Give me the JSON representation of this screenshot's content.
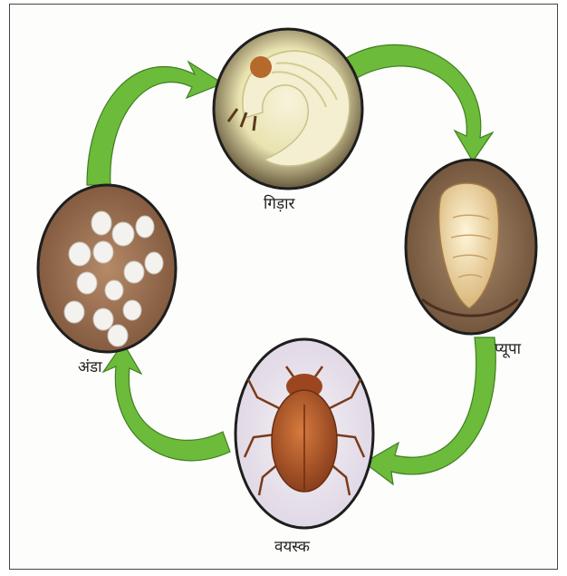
{
  "diagram": {
    "stages": {
      "larva": {
        "label": "गिड़ार",
        "image": "grub-larva-photo"
      },
      "pupa": {
        "label": "प्यूपा",
        "image": "pupa-in-soil-photo"
      },
      "adult": {
        "label": "वयस्क",
        "image": "adult-beetle-photo"
      },
      "egg": {
        "label": "अंडा",
        "image": "eggs-in-soil-photo"
      }
    },
    "arrow_color": "#6dbb3a",
    "arrow_outline": "#3f7f22"
  }
}
